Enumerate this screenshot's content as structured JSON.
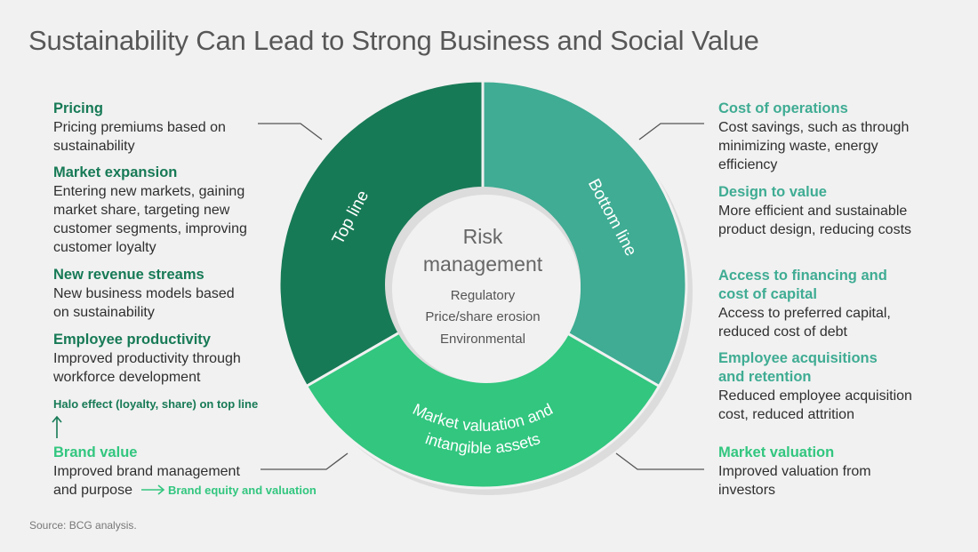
{
  "title": "Sustainability Can Lead to Strong Business and Social Value",
  "colors": {
    "top_line": "#177a56",
    "bottom_line": "#3fac93",
    "market": "#32c67f"
  },
  "diagram": {
    "segments": [
      {
        "label": "Top line"
      },
      {
        "label": "Bottom line"
      },
      {
        "label_line1": "Market valuation and",
        "label_line2": "intangible assets"
      }
    ],
    "center": {
      "title_line1": "Risk",
      "title_line2": "management",
      "items": [
        "Regulatory",
        "Price/share erosion",
        "Environmental"
      ]
    }
  },
  "left": [
    {
      "heading": "Pricing",
      "body": "Pricing premiums based on sustainability"
    },
    {
      "heading": "Market expansion",
      "body": "Entering new markets, gaining market share, targeting new customer segments, improving customer loyalty"
    },
    {
      "heading": "New revenue streams",
      "body": "New business models based on sustainability"
    },
    {
      "heading": "Employee productivity",
      "body": "Improved productivity through workforce development"
    }
  ],
  "halo": "Halo effect (loyalty, share) on top line",
  "brand": {
    "heading": "Brand value",
    "body_line1": "Improved brand management",
    "body_line2": "and purpose",
    "arrow_text": "Brand equity and valuation"
  },
  "right": [
    {
      "heading": "Cost of operations",
      "body": "Cost savings, such as through minimizing waste, energy efficiency"
    },
    {
      "heading": "Design to value",
      "body": "More efficient and sustainable product design, reducing costs"
    },
    {
      "heading": "Access to financing and cost of capital",
      "body": "Access to preferred capital, reduced cost of debt"
    },
    {
      "heading": "Employee acquisitions and retention",
      "body": "Reduced employee acquisition cost, reduced attrition"
    },
    {
      "heading": "Market valuation",
      "body": "Improved valuation from investors"
    }
  ],
  "source": "Source: BCG analysis."
}
